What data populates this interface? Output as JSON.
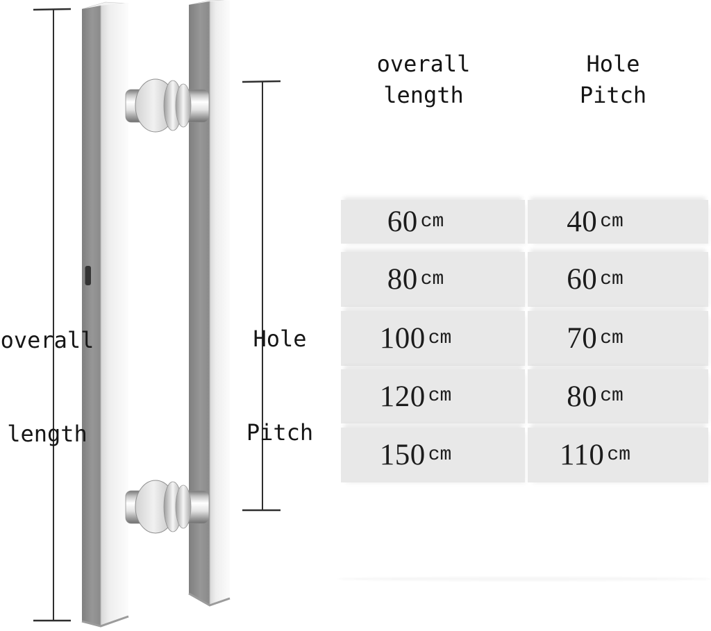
{
  "diagram": {
    "labels": {
      "overall_length": {
        "line1": "overall",
        "line2": "length"
      },
      "hole_pitch": {
        "line1": "Hole",
        "line2": "Pitch"
      }
    },
    "colors": {
      "dimension_line": "#2e2e2e",
      "metal_dark": "#8a8a8a",
      "metal_light": "#f4f4f4"
    }
  },
  "table": {
    "headers": {
      "overall_length": {
        "line1": "overall",
        "line2": "length"
      },
      "hole_pitch": {
        "line1": "Hole",
        "line2": "Pitch"
      }
    },
    "rows": [
      {
        "overall_length": "60",
        "hole_pitch": "40",
        "unit": "cm"
      },
      {
        "overall_length": "80",
        "hole_pitch": "60",
        "unit": "cm"
      },
      {
        "overall_length": "100",
        "hole_pitch": "70",
        "unit": "cm"
      },
      {
        "overall_length": "120",
        "hole_pitch": "80",
        "unit": "cm"
      },
      {
        "overall_length": "150",
        "hole_pitch": "110",
        "unit": "cm"
      }
    ],
    "colors": {
      "cell_background": "#e8e8e8",
      "text": "#1c1c1c"
    }
  }
}
